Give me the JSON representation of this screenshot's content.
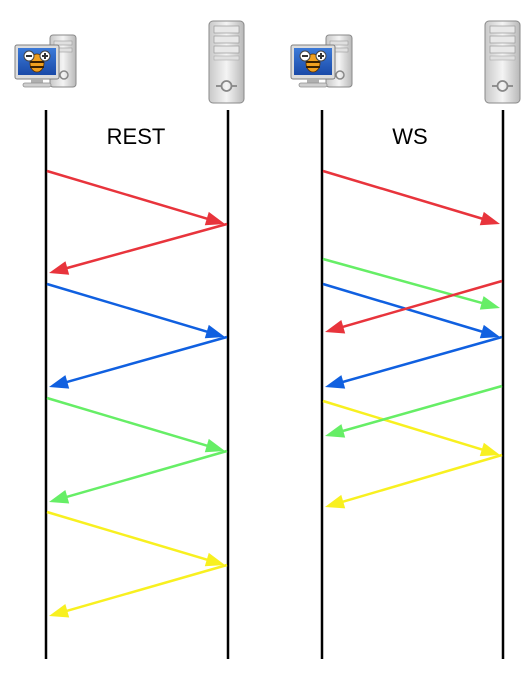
{
  "diagrams": [
    {
      "label": "REST",
      "participants": [
        {
          "role": "client",
          "icon": "client-computer-icon"
        },
        {
          "role": "server",
          "icon": "server-tower-icon"
        }
      ],
      "messages": [
        {
          "color": "#e8343c",
          "from": "client",
          "to": "server"
        },
        {
          "color": "#e8343c",
          "from": "server",
          "to": "client"
        },
        {
          "color": "#1060e0",
          "from": "client",
          "to": "server"
        },
        {
          "color": "#1060e0",
          "from": "server",
          "to": "client"
        },
        {
          "color": "#66ee66",
          "from": "client",
          "to": "server"
        },
        {
          "color": "#66ee66",
          "from": "server",
          "to": "client"
        },
        {
          "color": "#f8f020",
          "from": "client",
          "to": "server"
        },
        {
          "color": "#f8f020",
          "from": "server",
          "to": "client"
        }
      ]
    },
    {
      "label": "WS",
      "participants": [
        {
          "role": "client",
          "icon": "client-computer-icon"
        },
        {
          "role": "server",
          "icon": "server-tower-icon"
        }
      ],
      "messages": [
        {
          "color": "#e8343c",
          "from": "client",
          "to": "server"
        },
        {
          "color": "#66ee66",
          "from": "client",
          "to": "server"
        },
        {
          "color": "#1060e0",
          "from": "client",
          "to": "server"
        },
        {
          "color": "#e8343c",
          "from": "server",
          "to": "client"
        },
        {
          "color": "#1060e0",
          "from": "server",
          "to": "client"
        },
        {
          "color": "#f8f020",
          "from": "client",
          "to": "server"
        },
        {
          "color": "#66ee66",
          "from": "server",
          "to": "client"
        },
        {
          "color": "#f8f020",
          "from": "server",
          "to": "client"
        }
      ]
    }
  ]
}
